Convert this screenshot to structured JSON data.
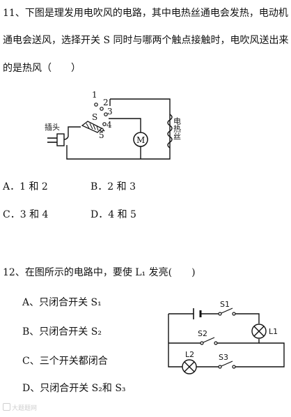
{
  "q11": {
    "line1": "11、下图是理发用电吹风的电路，其中电热丝通电会发热，电动机",
    "line2": "通电会送风，选择开关 S 同时与哪两个触点接触时，电吹风送出来",
    "line3": "的是热风（　　）",
    "circuit": {
      "contact_1": "1",
      "contact_2": "2",
      "contact_3": "3",
      "contact_4": "4",
      "contact_5": "5",
      "switch_label": "S",
      "plug_label": "插头",
      "motor_label": "M",
      "heater_label": "电热丝"
    },
    "options": {
      "a": "A．1 和 2",
      "b": "B．2 和 3",
      "c": "C．3 和 4",
      "d": "D．4 和 5"
    }
  },
  "q12": {
    "stem": "12、在图所示的电路中，要使 L₁ 发亮(　　)",
    "options": {
      "a": "A、只闭合开关 S₁",
      "b": "B、只闭合开关 S₂",
      "c": "C、三个开关都闭合",
      "d": "D、只闭合开关 S₂和 S₃"
    },
    "circuit": {
      "s1": "S1",
      "s2": "S2",
      "s3": "S3",
      "l1": "L1",
      "l2": "L2"
    }
  },
  "watermark": "大题题网"
}
